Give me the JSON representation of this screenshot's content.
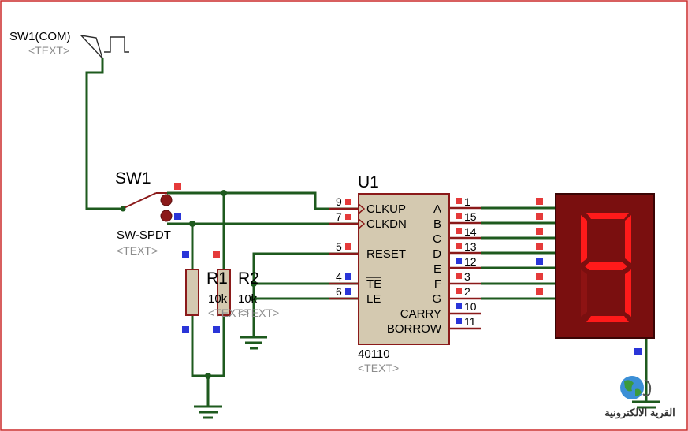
{
  "canvas": {
    "border_color": "#cc2a2a"
  },
  "colors": {
    "wire": "#1e5a1e",
    "pin": "#8b1a1a",
    "body": "#d4c9b0",
    "red_marker": "#e53a3a",
    "blue_marker": "#2a35d8",
    "display_bg": "#7a0f0f",
    "segment_on": "#ff1a1a"
  },
  "generator": {
    "name": "SW1(COM)",
    "text": "<TEXT>",
    "icon": "square-wave-icon"
  },
  "switch": {
    "name": "SW1",
    "type": "SW-SPDT",
    "text": "<TEXT>"
  },
  "resistor1": {
    "name": "R1",
    "value": "10k",
    "text": "<TEXT>"
  },
  "resistor2": {
    "name": "R2",
    "value": "10k",
    "text": "<TEXT>"
  },
  "chip": {
    "name": "U1",
    "part": "40110",
    "text": "<TEXT>",
    "left_pins": [
      {
        "num": "9",
        "label": "CLKUP"
      },
      {
        "num": "7",
        "label": "CLKDN"
      },
      {
        "num": "5",
        "label": "RESET"
      },
      {
        "num": "4",
        "label": "TE"
      },
      {
        "num": "6",
        "label": "LE"
      }
    ],
    "right_pins": [
      {
        "num": "1",
        "label": "A"
      },
      {
        "num": "15",
        "label": "B"
      },
      {
        "num": "14",
        "label": "C"
      },
      {
        "num": "13",
        "label": "D"
      },
      {
        "num": "12",
        "label": "E"
      },
      {
        "num": "3",
        "label": "F"
      },
      {
        "num": "2",
        "label": "G"
      },
      {
        "num": "10",
        "label": "CARRY"
      },
      {
        "num": "11",
        "label": "BORROW"
      }
    ]
  },
  "display": {
    "digit": "9"
  },
  "watermark": {
    "text": "القرية الالكترونية"
  }
}
